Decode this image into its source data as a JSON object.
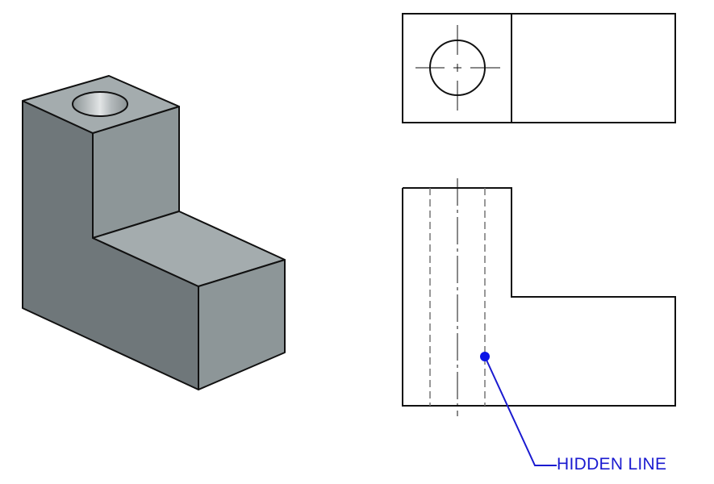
{
  "figure": {
    "isometric_view": {
      "description": "Isometric shaded view of L-shaped block with through hole",
      "colors": {
        "top_face": "#a4acae",
        "left_face": "#6f777a",
        "right_face": "#8d9698",
        "hole_light": "#d8dcdd",
        "hole_dark": "#8a9294",
        "edge": "#111111"
      }
    },
    "top_view": {
      "description": "Top orthographic view with circular hole and center lines"
    },
    "front_view": {
      "description": "Front orthographic view showing hidden lines of the hole"
    },
    "callout": {
      "label": "HIDDEN LINE",
      "color": "#1a1ad0"
    }
  }
}
